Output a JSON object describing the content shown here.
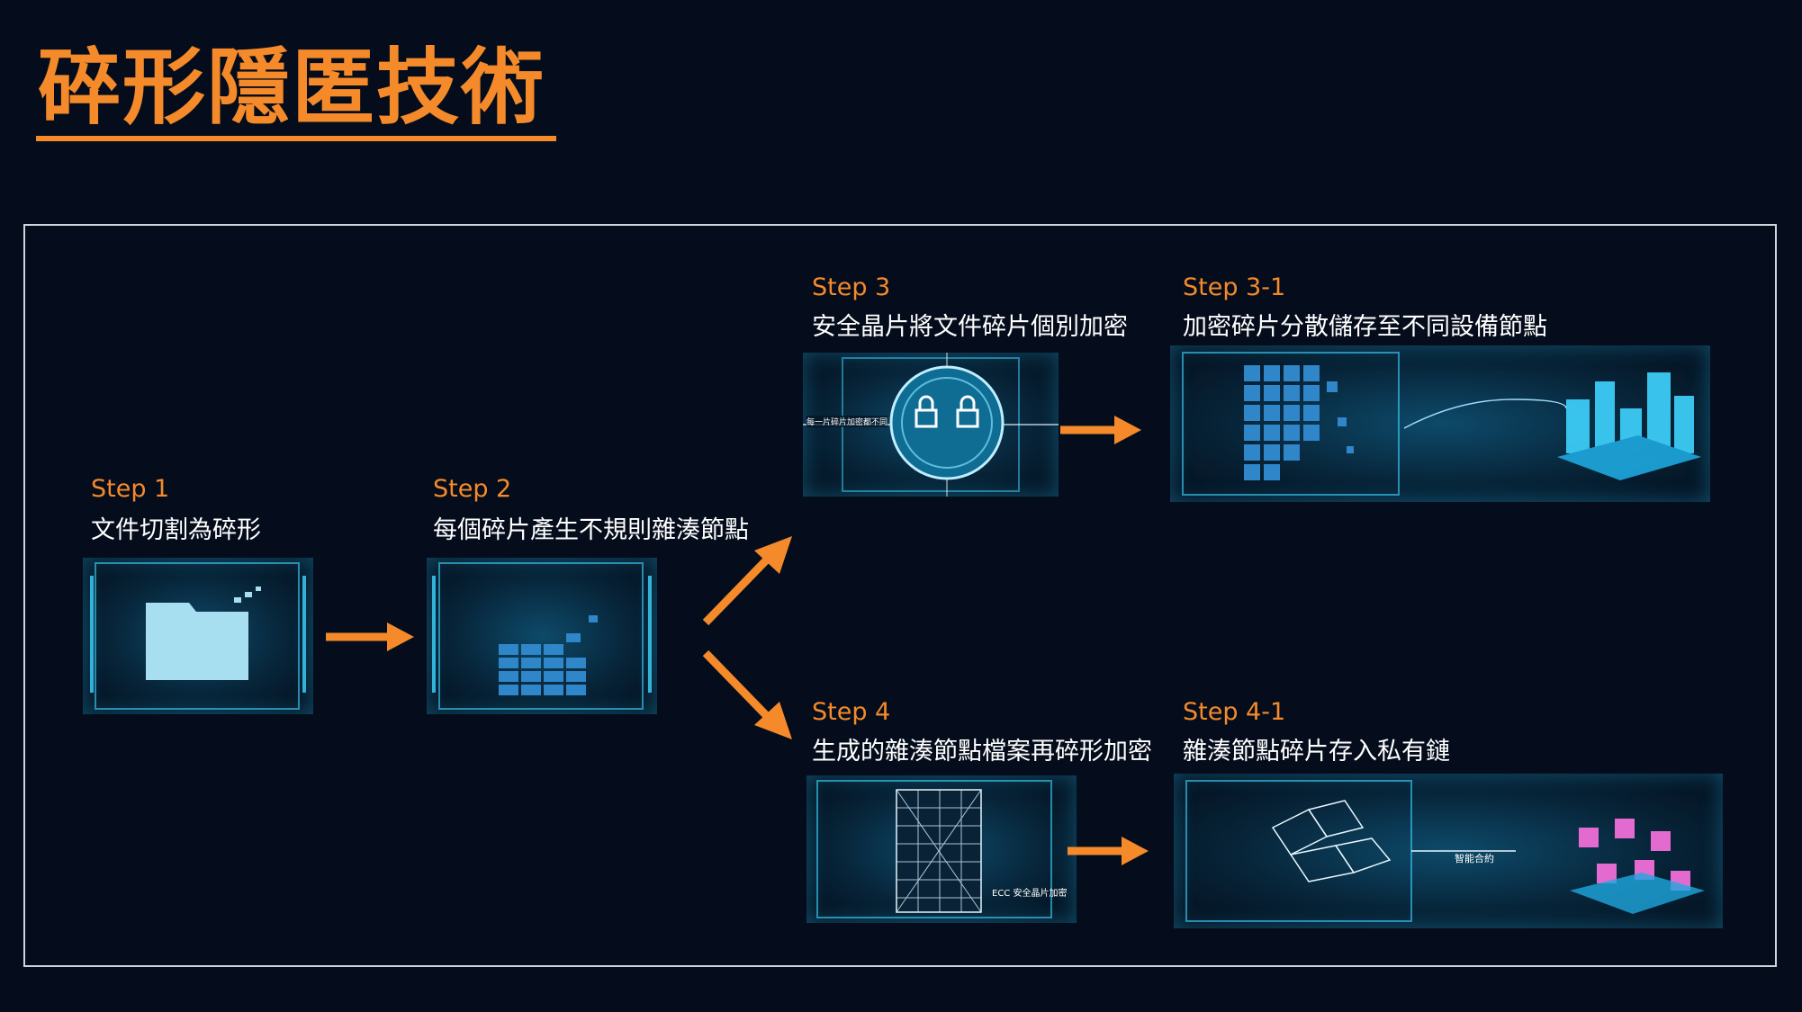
{
  "title": "碎形隱匿技術",
  "steps": [
    {
      "id": "step1",
      "label": "Step 1",
      "desc": "文件切割為碎形"
    },
    {
      "id": "step2",
      "label": "Step 2",
      "desc": "每個碎片產生不規則雜湊節點"
    },
    {
      "id": "step3",
      "label": "Step 3",
      "desc": "安全晶片將文件碎片個別加密"
    },
    {
      "id": "step3_1",
      "label": "Step 3-1",
      "desc": "加密碎片分散儲存至不同設備節點"
    },
    {
      "id": "step4",
      "label": "Step 4",
      "desc": "生成的雜湊節點檔案再碎形加密"
    },
    {
      "id": "step4_1",
      "label": "Step 4-1",
      "desc": "雜湊節點碎片存入私有鏈"
    }
  ],
  "panel_texts": {
    "step3_caption": "每一片碎片加密都不同",
    "step4_caption": "ECC 安全晶片加密",
    "step4_1_caption": "智能合約"
  },
  "colors": {
    "accent": "#f58a2a",
    "background": "#050d1c",
    "frame_border": "#cfd5dc",
    "glow": "#3fd4ff",
    "folder": "#a8dff0"
  }
}
